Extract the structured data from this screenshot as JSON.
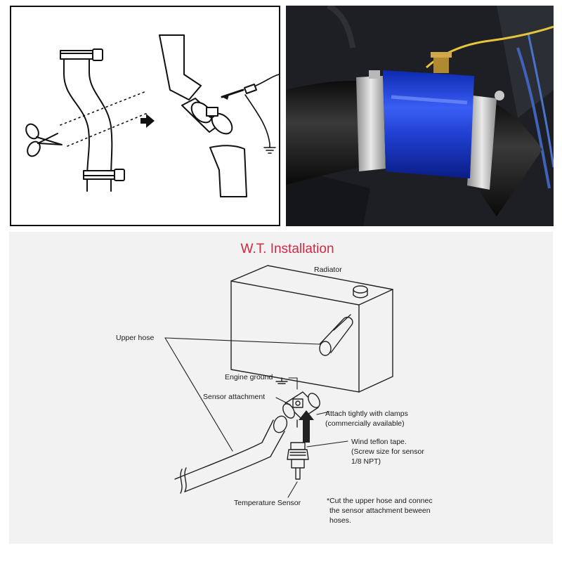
{
  "step_panel": {
    "icons": [
      "scissors-icon",
      "arrow-right-icon",
      "ground-icon"
    ]
  },
  "photo_panel": {
    "colors": {
      "adapter": "#1f3fd0",
      "hose": "#161616",
      "clamp": "#c9c9c9",
      "wire": "#e6c53a"
    }
  },
  "install_diagram": {
    "title": "W.T. Installation",
    "labels": {
      "radiator": "Radiator",
      "upper_hose": "Upper hose",
      "engine_ground": "Engine ground",
      "sensor_attachment": "Sensor attachment",
      "clamps_line1": "Attach tightly with clamps",
      "clamps_line2": "(commercially available)",
      "teflon_line1": "Wind teflon tape.",
      "teflon_line2": "(Screw size for sensor",
      "teflon_line3": "1/8 NPT)",
      "temperature_sensor": "Temperature Sensor",
      "note_line1": "*Cut the upper hose and connec",
      "note_line2": "the sensor attachment beween",
      "note_line3": "hoses."
    },
    "colors": {
      "title": "#d02a44",
      "background": "#f2f2f2"
    }
  }
}
